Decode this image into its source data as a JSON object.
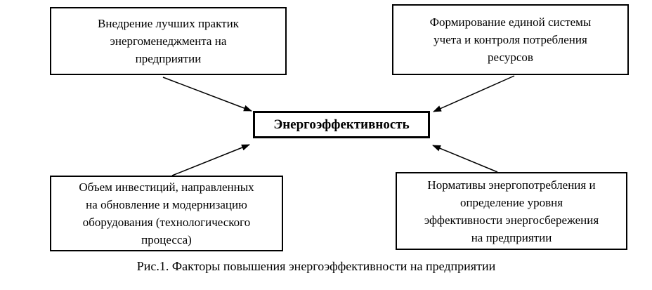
{
  "diagram": {
    "center_node": {
      "id": "center",
      "label": "Энергоэффективность"
    },
    "factors": [
      {
        "id": "top-left",
        "lines": [
          "Внедрение лучших практик",
          "энергоменеджмента на",
          "предприятии"
        ]
      },
      {
        "id": "top-right",
        "lines": [
          "Формирование единой системы",
          "учета и контроля потребления",
          "ресурсов"
        ]
      },
      {
        "id": "bottom-left",
        "lines": [
          "Объем инвестиций, направленных",
          "на обновление и модернизацию",
          "оборудования (технологического",
          "процесса)"
        ]
      },
      {
        "id": "bottom-right",
        "lines": [
          "Нормативы энергопотребления и",
          "определение уровня",
          "эффективности энергосбережения",
          "на предприятии"
        ]
      }
    ],
    "edges": [
      {
        "from": "top-left",
        "to": "center"
      },
      {
        "from": "top-right",
        "to": "center"
      },
      {
        "from": "bottom-left",
        "to": "center"
      },
      {
        "from": "bottom-right",
        "to": "center"
      }
    ],
    "caption": "Рис.1. Факторы повышения энергоэффективности на предприятии",
    "colors": {
      "stroke": "#000000",
      "text": "#000000",
      "background": "#ffffff"
    }
  }
}
